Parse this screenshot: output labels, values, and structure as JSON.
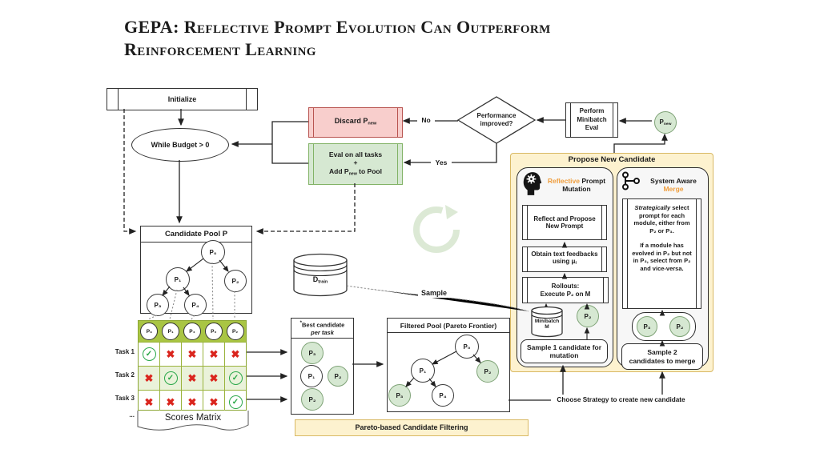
{
  "title": {
    "line1": "GEPA: Reflective Prompt Evolution Can Outperform",
    "line2": "Reinforcement Learning"
  },
  "flow": {
    "initialize": "Initialize",
    "while_budget": "While Budget > 0",
    "discard_pre": "Discard P",
    "discard_sub": "new",
    "eval_l1": "Eval on all tasks",
    "eval_l2": "+",
    "eval_l3_pre": "Add P",
    "eval_l3_sub": "new",
    "eval_l3_post": " to Pool",
    "decision": "Performance improved?",
    "no": "No",
    "yes": "Yes",
    "minibatch_eval": "Perform Minibatch Eval",
    "pnew_base": "P",
    "pnew_sub": "new"
  },
  "pool": {
    "title": "Candidate Pool P",
    "nodes": [
      "P₀",
      "P₁",
      "P₂",
      "P₃",
      "P₄"
    ]
  },
  "dtrain": {
    "base": "D",
    "sub": "train"
  },
  "sample_label": "Sample",
  "matrix": {
    "columns": [
      "P₃",
      "P₁",
      "P₄",
      "P₀",
      "P₂"
    ],
    "rows": [
      {
        "label": "Task 1",
        "cells": [
          "✓",
          "✖",
          "✖",
          "✖",
          "✖"
        ]
      },
      {
        "label": "Task 2",
        "cells": [
          "✖",
          "✓",
          "✖",
          "✖",
          "✓"
        ]
      },
      {
        "label": "Task 3",
        "cells": [
          "✖",
          "✖",
          "✖",
          "✖",
          "✓"
        ]
      }
    ],
    "ellipsis": "...",
    "caption": "Scores Matrix"
  },
  "best": {
    "star": "*",
    "title_line1": "Best candidate",
    "title_line2": "per task",
    "rows": [
      [
        "P₃"
      ],
      [
        "P₁",
        "P₂"
      ],
      [
        "P₂"
      ]
    ]
  },
  "filtered": {
    "title": "Filtered Pool (Pareto Frontier)",
    "nodes": [
      "P₀",
      "P₁",
      "P₂",
      "P₃",
      "P₄"
    ]
  },
  "pareto_strip": "Pareto-based Candidate Filtering",
  "choose_strategy": "Choose Strategy to create new candidate",
  "propose": {
    "title": "Propose New Candidate",
    "mutation": {
      "title_orange": "Reflective",
      "title_rest": " Prompt",
      "title_line2": "Mutation",
      "step1": "Reflect and Propose New Prompt",
      "step2_pre": "Obtain text feedbacks using μ",
      "step2_sub": "f",
      "step3_l1": "Rollouts:",
      "step3_l2": "Execute P₂ on M",
      "minibatch_l1": "Minibatch",
      "minibatch_l2": "M",
      "p2": "P₂",
      "sample": "Sample 1 candidate for mutation"
    },
    "merge": {
      "title_line1": "System Aware",
      "title_orange": "Merge",
      "text_lead": "Strategically",
      "text_p1": " select prompt for each module, either from P₂ or P₃.",
      "text_p2": "If a module has evolved in P₂ but not in P₃, select from P₂ and vice-versa.",
      "c1": "P₃",
      "c2": "P₂",
      "sample": "Sample 2 candidates to merge"
    }
  },
  "colors": {
    "accent_orange": "#ef9e3e",
    "green_fill": "#d6e8d2",
    "red_fill": "#f8cecc",
    "yellow_fill": "#fdf2cf",
    "matrix_green": "#a9c543",
    "check_green": "#28a745",
    "cross_red": "#da251d"
  }
}
